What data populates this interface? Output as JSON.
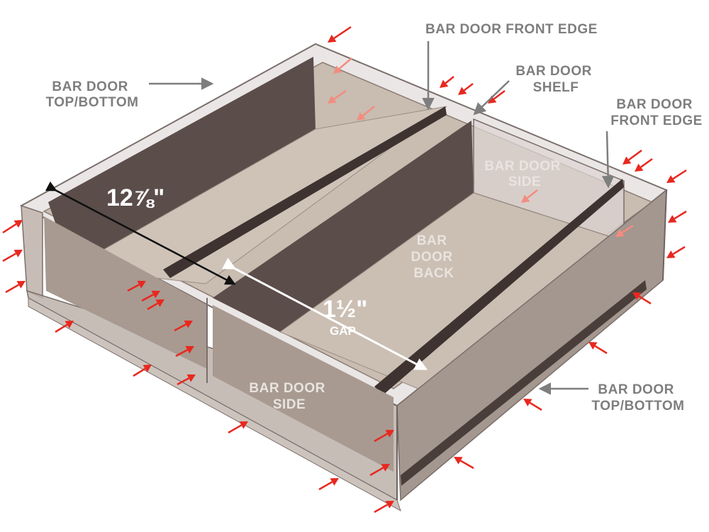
{
  "labels": {
    "front_edge_top": "BAR DOOR FRONT EDGE",
    "top_bottom_left": [
      "BAR DOOR",
      "TOP/BOTTOM"
    ],
    "shelf": [
      "BAR DOOR",
      "SHELF"
    ],
    "front_edge_right": [
      "BAR DOOR",
      "FRONT EDGE"
    ],
    "side_back": [
      "BAR DOOR",
      "SIDE"
    ],
    "back": [
      "BAR",
      "DOOR",
      "BACK"
    ],
    "side_front": [
      "BAR DOOR",
      "SIDE"
    ],
    "top_bottom_right": [
      "BAR DOOR",
      "TOP/BOTTOM"
    ]
  },
  "dimensions": {
    "depth": "12⅞\"",
    "gap_value": "1½\"",
    "gap_label": "GAP"
  },
  "colors": {
    "label_gray": "#7e7e7e",
    "panel_light": "#cfc3b8",
    "panel_dark": "#5b4d4a",
    "glass": "#d9d2d0",
    "arrow_red": "#e8281f",
    "arrow_pink": "#f38c80"
  }
}
